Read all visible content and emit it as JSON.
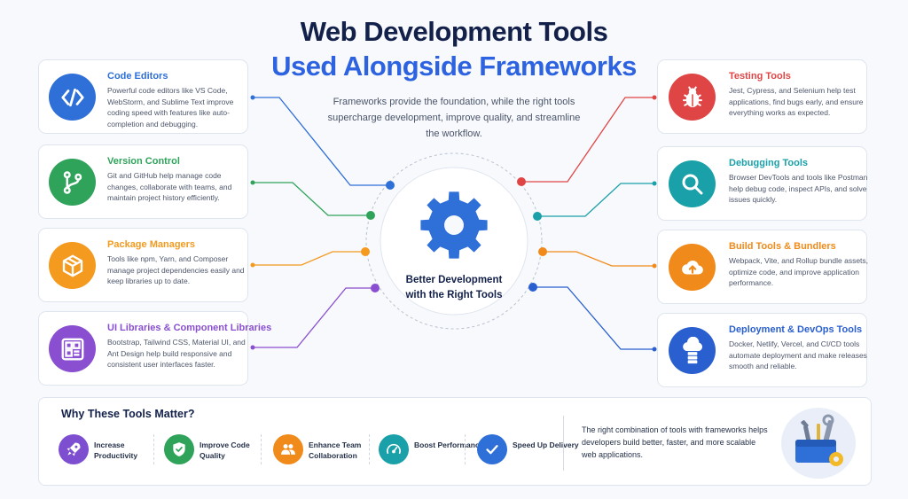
{
  "header": {
    "title_line1": "Web Development Tools",
    "title_line2": "Used Alongside Frameworks",
    "subtitle": "Frameworks provide the foundation, while the right tools supercharge development, improve quality, and streamline the workflow."
  },
  "center": {
    "label_line1": "Better Development",
    "label_line2": "with the Right Tools",
    "icon": "gear-icon",
    "color": "#2f6fd8"
  },
  "left_cards": [
    {
      "title": "Code Editors",
      "desc": "Powerful code editors like VS Code, WebStorm, and Sublime Text improve coding speed with features like auto-completion and debugging.",
      "color": "#2f6fd8",
      "icon": "code-brackets-icon"
    },
    {
      "title": "Version Control",
      "desc": "Git and GitHub help manage code changes, collaborate with teams, and maintain project history efficiently.",
      "color": "#2fa35a",
      "icon": "git-branch-icon"
    },
    {
      "title": "Package Managers",
      "desc": "Tools like npm, Yarn, and Composer manage project dependencies easily and keep libraries up to date.",
      "color": "#f39a1f",
      "icon": "package-box-icon"
    },
    {
      "title": "UI Libraries & Component Libraries",
      "desc": "Bootstrap, Tailwind CSS, Material UI, and Ant Design help build responsive and consistent user interfaces faster.",
      "color": "#8a4fd0",
      "icon": "layout-grid-icon"
    }
  ],
  "right_cards": [
    {
      "title": "Testing Tools",
      "desc": "Jest, Cypress, and Selenium help test applications, find bugs early, and ensure everything works as expected.",
      "color": "#e04545",
      "icon": "bug-icon"
    },
    {
      "title": "Debugging Tools",
      "desc": "Browser DevTools and tools like Postman help debug code, inspect APIs, and solve issues quickly.",
      "color": "#1aa0a8",
      "icon": "magnifier-icon"
    },
    {
      "title": "Build Tools & Bundlers",
      "desc": "Webpack, Vite, and Rollup bundle assets, optimize code, and improve application performance.",
      "color": "#f08a1a",
      "icon": "cloud-upload-icon"
    },
    {
      "title": "Deployment & DevOps Tools",
      "desc": "Docker, Netlify, Vercel, and CI/CD tools automate deployment and make releases smooth and reliable.",
      "color": "#2a5fcf",
      "icon": "cloud-server-icon"
    }
  ],
  "why": {
    "title": "Why These Tools Matter?",
    "benefits": [
      {
        "label": "Increase Productivity",
        "color": "#7d4ed0",
        "icon": "rocket-icon"
      },
      {
        "label": "Improve Code Quality",
        "color": "#2fa35a",
        "icon": "shield-check-icon"
      },
      {
        "label": "Enhance Team Collaboration",
        "color": "#f08a1a",
        "icon": "team-icon"
      },
      {
        "label": "Boost Performance",
        "color": "#1aa0a8",
        "icon": "speedometer-icon"
      },
      {
        "label": "Speed Up Delivery",
        "color": "#2f6fd8",
        "icon": "checkmark-icon"
      }
    ],
    "closing": "The right combination of tools with frameworks helps developers build better, faster, and more scalable web applications.",
    "illustration_icon": "toolbox-icon"
  }
}
